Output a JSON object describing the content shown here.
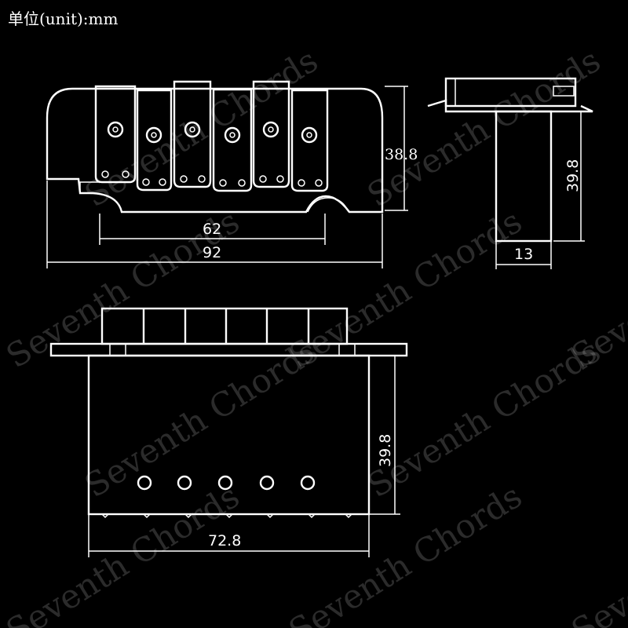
{
  "unit_label": "单位(unit):mm",
  "watermark": "Seventh Chords",
  "dimensions": {
    "front_height": "38.8",
    "inner_width": "62",
    "overall_width": "92",
    "side_height": "39.8",
    "side_depth": "13",
    "bottom_height": "39.8",
    "bottom_width": "72.8"
  },
  "colors": {
    "background": "#000000",
    "line": "#ffffff"
  }
}
